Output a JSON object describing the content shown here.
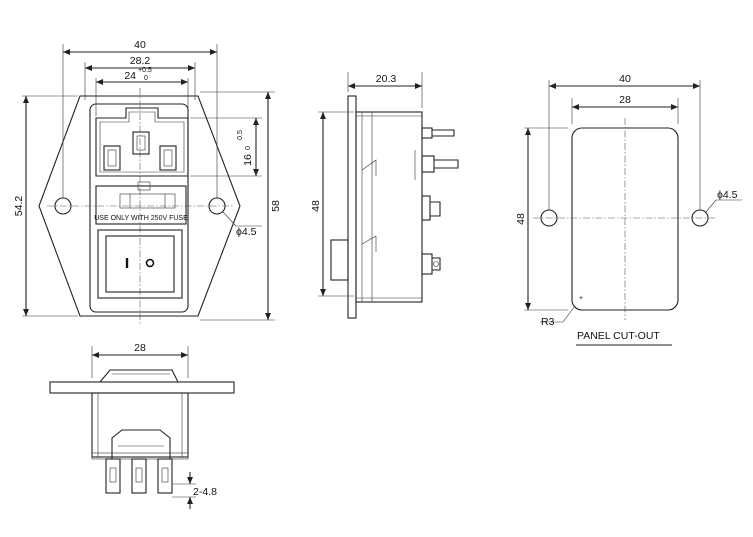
{
  "front_view": {
    "dim_top_outer": "40",
    "dim_top_mid": "28.2",
    "dim_top_inner_base": "24",
    "dim_top_inner_tol_upper": "+0.5",
    "dim_top_inner_tol_lower": "0",
    "dim_left_height": "54.2",
    "dim_right_height": "58",
    "dim_socket_height_base": "16",
    "dim_socket_height_tol_upper": "0.5",
    "dim_socket_height_tol_lower": "0",
    "hole_dia": "ϕ4.5",
    "fuse_label": "USE ONLY WITH 250V FUSE"
  },
  "side_view": {
    "dim_depth": "20.3",
    "dim_height": "48"
  },
  "panel_cutout": {
    "dim_outer_width": "40",
    "dim_inner_width": "28",
    "dim_height": "48",
    "hole_dia": "ϕ4.5",
    "corner_radius": "R3",
    "title": "PANEL CUT-OUT"
  },
  "bottom_view": {
    "dim_width": "28",
    "terminal_dim": "2-4.8"
  }
}
